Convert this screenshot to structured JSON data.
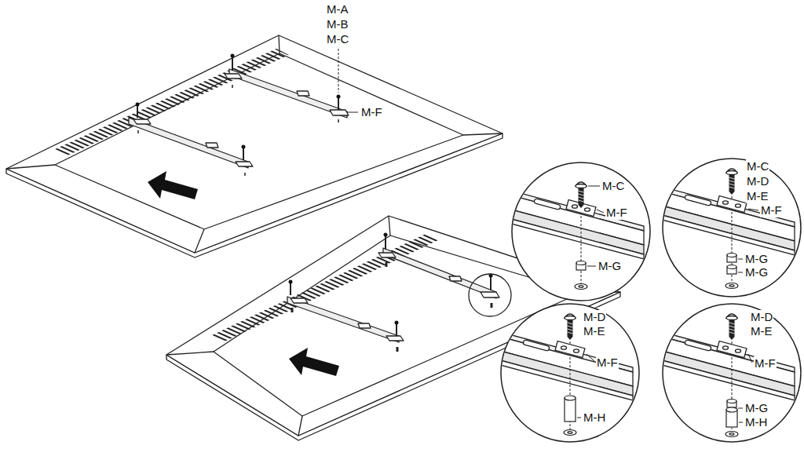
{
  "diagram": {
    "labels": [
      "M-A",
      "M-B",
      "M-C",
      "M-F",
      "M-C",
      "M-F",
      "M-G",
      "M-C",
      "M-D",
      "M-E",
      "M-F",
      "M-G",
      "M-G",
      "M-D",
      "M-E",
      "M-F",
      "M-H",
      "M-D",
      "M-E",
      "M-F",
      "M-G",
      "M-H"
    ]
  }
}
